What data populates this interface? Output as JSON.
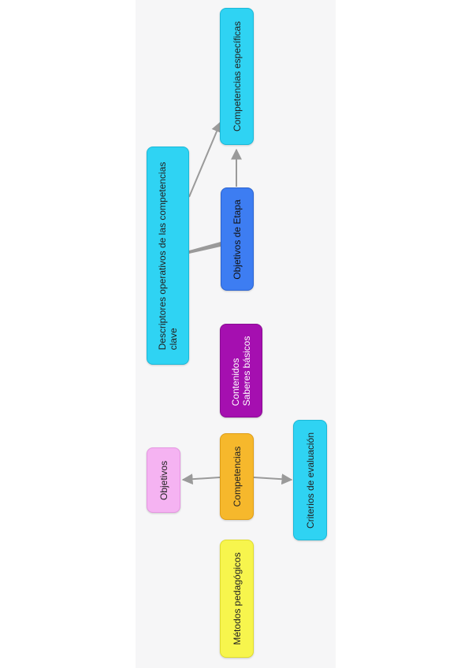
{
  "diagram": {
    "nodes": {
      "competencias_especificas": {
        "label": "Competencias específicas",
        "color": "#2fd3f3",
        "border": "#1ab8d8"
      },
      "descriptores": {
        "lines": [
          "Descriptores operativos de las competencias",
          "clave"
        ],
        "color": "#2fd3f3",
        "border": "#1ab8d8"
      },
      "objetivos_etapa": {
        "label": "Objetivos de Etapa",
        "color": "#3d7df2",
        "border": "#2a63d0"
      },
      "contenidos": {
        "lines": [
          "Contenidos",
          "Saberes básicos"
        ],
        "color": "#a50fb0",
        "border": "#8a0a93"
      },
      "objetivos": {
        "label": "Objetivos",
        "color": "#f5b3f2",
        "border": "#e596e1"
      },
      "competencias": {
        "label": "Competencias",
        "color": "#f6b82c",
        "border": "#e09d14"
      },
      "criterios": {
        "label": "Criterios de evaluación",
        "color": "#2fd3f3",
        "border": "#1ab8d8"
      },
      "metodos": {
        "label": "Métodos pedagógicos",
        "color": "#f7f54d",
        "border": "#e0dc2e"
      }
    },
    "edge_color": "#9a9a9a"
  }
}
